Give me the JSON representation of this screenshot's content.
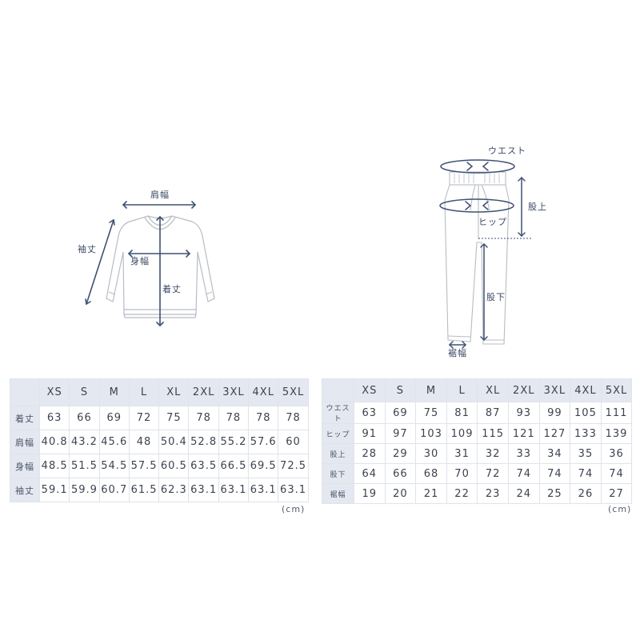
{
  "shirt": {
    "diagram_labels": {
      "shoulder_width": "肩幅",
      "sleeve_length": "袖丈",
      "body_width": "身幅",
      "body_length": "着丈"
    },
    "table": {
      "headers": [
        "",
        "XS",
        "S",
        "M",
        "L",
        "XL",
        "2XL",
        "3XL",
        "4XL",
        "5XL"
      ],
      "rows": [
        {
          "label": "着丈",
          "values": [
            "63",
            "66",
            "69",
            "72",
            "75",
            "78",
            "78",
            "78",
            "78"
          ]
        },
        {
          "label": "肩幅",
          "values": [
            "40.8",
            "43.2",
            "45.6",
            "48",
            "50.4",
            "52.8",
            "55.2",
            "57.6",
            "60"
          ]
        },
        {
          "label": "身幅",
          "values": [
            "48.5",
            "51.5",
            "54.5",
            "57.5",
            "60.5",
            "63.5",
            "66.5",
            "69.5",
            "72.5"
          ]
        },
        {
          "label": "袖丈",
          "values": [
            "59.1",
            "59.9",
            "60.7",
            "61.5",
            "62.3",
            "63.1",
            "63.1",
            "63.1",
            "63.1"
          ]
        }
      ],
      "unit": "(cm)"
    }
  },
  "pants": {
    "diagram_labels": {
      "waist": "ウエスト",
      "hip": "ヒップ",
      "rise": "股上",
      "inseam": "股下",
      "hem_width": "裾幅"
    },
    "table": {
      "headers": [
        "",
        "XS",
        "S",
        "M",
        "L",
        "XL",
        "2XL",
        "3XL",
        "4XL",
        "5XL"
      ],
      "rows": [
        {
          "label": "ウエスト",
          "values": [
            "63",
            "69",
            "75",
            "81",
            "87",
            "93",
            "99",
            "105",
            "111"
          ]
        },
        {
          "label": "ヒップ",
          "values": [
            "91",
            "97",
            "103",
            "109",
            "115",
            "121",
            "127",
            "133",
            "139"
          ]
        },
        {
          "label": "股上",
          "values": [
            "28",
            "29",
            "30",
            "31",
            "32",
            "33",
            "34",
            "35",
            "36"
          ]
        },
        {
          "label": "股下",
          "values": [
            "64",
            "66",
            "68",
            "70",
            "72",
            "74",
            "74",
            "74",
            "74"
          ]
        },
        {
          "label": "裾幅",
          "values": [
            "19",
            "20",
            "21",
            "22",
            "23",
            "24",
            "25",
            "26",
            "27"
          ]
        }
      ],
      "unit": "(cm)"
    }
  },
  "colors": {
    "arrow": "#3e5073",
    "garment_outline": "#b8bcc4",
    "header_bg": "#e4e9f1",
    "grid": "#dfe3ea"
  }
}
